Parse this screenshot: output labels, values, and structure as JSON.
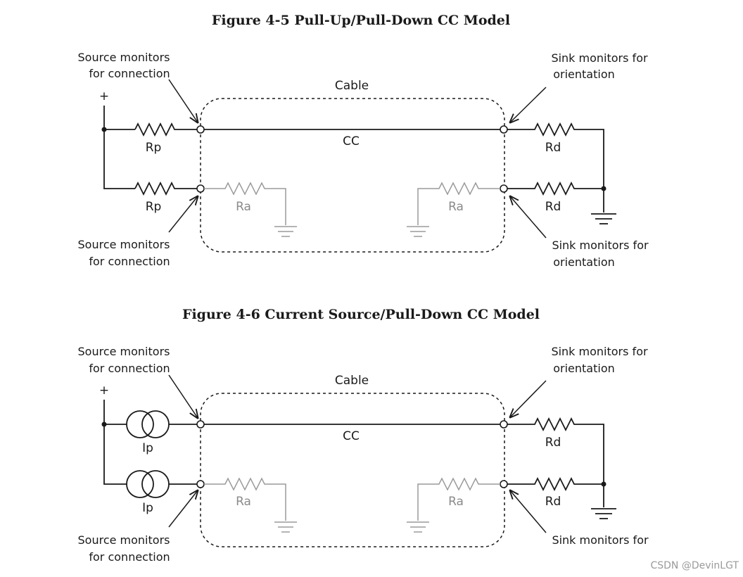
{
  "figures": [
    {
      "title": "Figure 4-5  Pull-Up/Pull-Down CC Model",
      "cable_label": "Cable",
      "cc_label": "CC",
      "plus_label": "+",
      "source_top_label": [
        "Source monitors",
        "for connection"
      ],
      "source_bottom_label": [
        "Source monitors",
        "for connection"
      ],
      "sink_top_label": [
        "Sink monitors for",
        "orientation"
      ],
      "sink_bottom_label": [
        "Sink monitors for",
        "orientation"
      ],
      "source_top_component": "Rp",
      "source_bottom_component": "Rp",
      "sink_top_component": "Rd",
      "sink_bottom_component": "Rd",
      "cable_left_component": "Ra",
      "cable_right_component": "Ra"
    },
    {
      "title": "Figure 4-6  Current Source/Pull-Down CC Model",
      "cable_label": "Cable",
      "cc_label": "CC",
      "plus_label": "+",
      "source_top_label": [
        "Source monitors",
        "for connection"
      ],
      "source_bottom_label": [
        "Source monitors",
        "for connection"
      ],
      "sink_top_label": [
        "Sink monitors for",
        "orientation"
      ],
      "sink_bottom_label": [
        "Sink monitors for"
      ],
      "source_top_component": "Ip",
      "source_bottom_component": "Ip",
      "sink_top_component": "Rd",
      "sink_bottom_component": "Rd",
      "cable_left_component": "Ra",
      "cable_right_component": "Ra"
    }
  ],
  "watermark": "CSDN @DevinLGT",
  "colors": {
    "line": "#1a1a1a",
    "muted": "#9a9a9a"
  }
}
